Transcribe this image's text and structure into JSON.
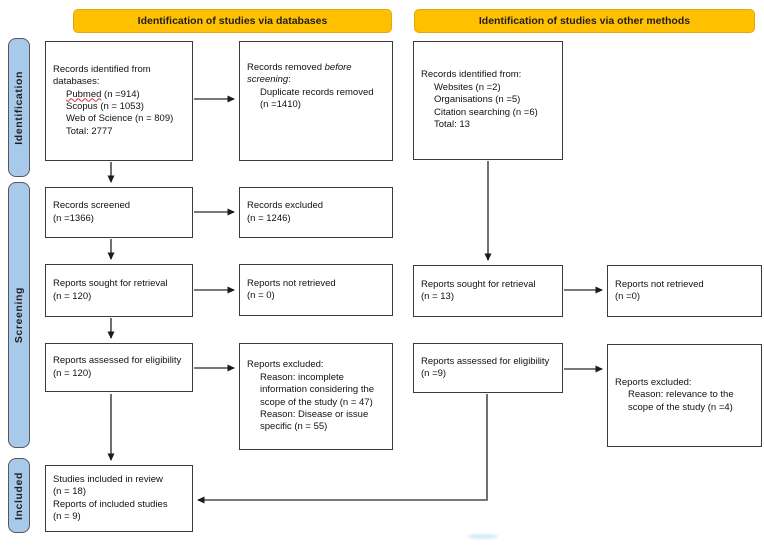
{
  "headers": {
    "databases": "Identification of studies via databases",
    "other_methods": "Identification of studies via other methods"
  },
  "sidebar": {
    "identification": "Identification",
    "screening": "Screening",
    "included": "Included"
  },
  "colors": {
    "header_fill": "#FFC000",
    "header_border": "#E2A713",
    "sidebar_fill": "#A9C9EA",
    "sidebar_border": "#54585E",
    "box_border": "#3A3A3A",
    "arrow": "#4D4D4D",
    "spellcheck_underline": "#E03131",
    "artifact_highlight": "#C6E7F6"
  },
  "boxes": {
    "records_identified_databases": [
      {
        "t": "Records identified from"
      },
      {
        "t": "databases:"
      },
      {
        "ind": 1,
        "segs": [
          {
            "t": "Pubmed",
            "st": "sq"
          },
          {
            "t": " (n =914)"
          }
        ]
      },
      {
        "ind": 1,
        "t": "Scopus (n = 1053)"
      },
      {
        "ind": 1,
        "t": "Web of Science (n = 809)"
      },
      {
        "ind": 1,
        "t": "Total: 2777"
      }
    ],
    "records_removed_before_screening": [
      {
        "segs": [
          {
            "t": "Records removed "
          },
          {
            "t": "before",
            "st": "it"
          }
        ]
      },
      {
        "segs": [
          {
            "t": "screening",
            "st": "it"
          },
          {
            "t": ":"
          }
        ]
      },
      {
        "ind": 1,
        "t": "Duplicate records removed"
      },
      {
        "ind": 1,
        "t": "(n =1410)"
      }
    ],
    "records_screened": [
      {
        "t": "Records screened"
      },
      {
        "t": "(n =1366)"
      }
    ],
    "records_excluded": [
      {
        "t": "Records excluded"
      },
      {
        "t": "(n = 1246)"
      }
    ],
    "reports_sought_db": [
      {
        "t": "Reports sought for retrieval"
      },
      {
        "t": "(n = 120)"
      }
    ],
    "reports_not_retrieved_db": [
      {
        "t": "Reports not retrieved"
      },
      {
        "t": "(n = 0)"
      }
    ],
    "reports_assessed_db": [
      {
        "t": "Reports assessed for eligibility"
      },
      {
        "t": "(n = 120)"
      }
    ],
    "reports_excluded_db": [
      {
        "t": "Reports excluded:"
      },
      {
        "ind": 1,
        "t": "Reason: incomplete"
      },
      {
        "ind": 1,
        "t": "information considering the"
      },
      {
        "ind": 1,
        "t": "scope of the study (n = 47)"
      },
      {
        "ind": 1,
        "t": "Reason: Disease or issue"
      },
      {
        "ind": 1,
        "t": "specific (n = 55)"
      }
    ],
    "records_identified_other": [
      {
        "t": "Records identified from:"
      },
      {
        "ind": 1,
        "t": "Websites (n =2)"
      },
      {
        "ind": 1,
        "t": "Organisations (n =5)"
      },
      {
        "ind": 1,
        "t": "Citation searching (n =6)"
      },
      {
        "ind": 1,
        "t": "Total: 13"
      }
    ],
    "reports_sought_other": [
      {
        "t": "Reports sought for retrieval"
      },
      {
        "t": "(n = 13)"
      }
    ],
    "reports_not_retrieved_other": [
      {
        "t": "Reports not retrieved"
      },
      {
        "t": "(n =0)"
      }
    ],
    "reports_assessed_other": [
      {
        "t": "Reports assessed for eligibility"
      },
      {
        "t": "(n =9)"
      }
    ],
    "reports_excluded_other": [
      {
        "t": "Reports excluded:"
      },
      {
        "ind": 1,
        "t": "Reason: relevance to the"
      },
      {
        "ind": 1,
        "t": "scope of the study (n =4)"
      }
    ],
    "studies_included": [
      {
        "t": "Studies included in review"
      },
      {
        "t": "(n = 18)"
      },
      {
        "t": "Reports of included studies"
      },
      {
        "t": "(n = 9)"
      }
    ]
  }
}
